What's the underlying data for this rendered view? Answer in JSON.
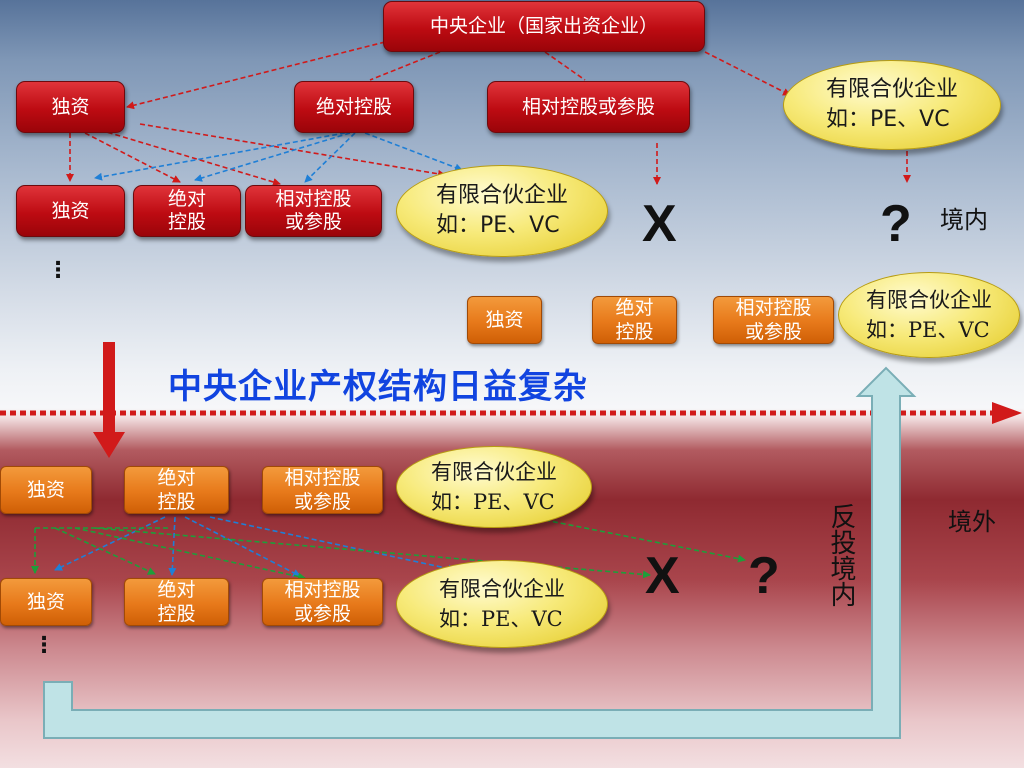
{
  "top": {
    "root": "中央企业（国家出资企业）",
    "level1": [
      "独资",
      "绝对控股",
      "相对控股或参股"
    ],
    "lp_upper": "有限合伙企业\n如：PE、VC",
    "level2": [
      "独资",
      "绝对\n控股",
      "相对控股\n或参股"
    ],
    "lp_mid": "有限合伙企业\n如：PE、VC",
    "x_mark": "X",
    "q_mark": "?",
    "domestic_label": "境内",
    "dots": "⋮"
  },
  "right_orange": [
    "独资",
    "绝对\n控股",
    "相对控股\n或参股"
  ],
  "lp_right": "有限合伙企业\n如：PE、VC",
  "headline": "中央企业产权结构日益复杂",
  "bottom": {
    "row1": [
      "独资",
      "绝对\n控股",
      "相对控股\n或参股"
    ],
    "lp1": "有限合伙企业\n如：PE、VC",
    "row2": [
      "独资",
      "绝对\n控股",
      "相对控股\n或参股"
    ],
    "lp2": "有限合伙企业\n如：PE、VC",
    "x_mark": "X",
    "q_mark": "?",
    "overseas_label": "境外",
    "reverse_label": "反投境内",
    "dots": "⋮"
  },
  "colors": {
    "red_arrow": "#d11a1a",
    "blue_arrow": "#1f7fd6",
    "green_arrow": "#1e9e3a",
    "headline": "#1144e0",
    "return_arrow": "#b9dde0"
  }
}
